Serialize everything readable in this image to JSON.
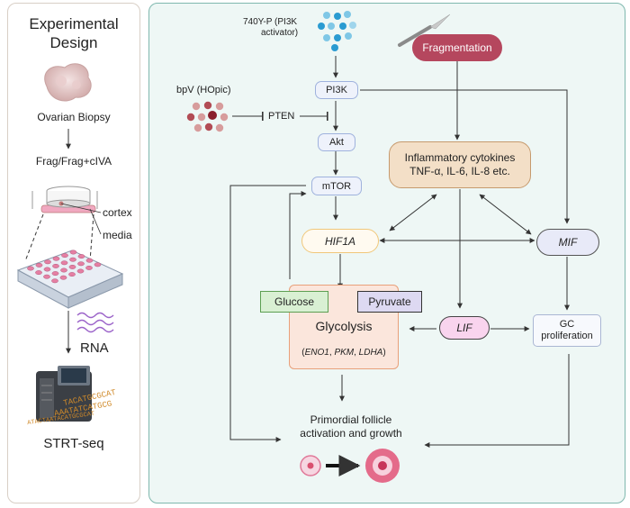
{
  "left": {
    "title_line1": "Experimental",
    "title_line2": "Design",
    "biopsy": "Ovarian Biopsy",
    "conditions": "Frag/Frag+cIVA",
    "cortex": "cortex",
    "media": "media",
    "rna": "RNA",
    "seq": "STRT-seq",
    "seq_letters_1": "TACATGCGCAT",
    "seq_letters_2": "AAATATCATGCG",
    "seq_letters_3": "ATACTAATACATGCGCAT"
  },
  "right": {
    "activator_line1": "740Y-P (PI3K",
    "activator_line2": "activator)",
    "fragmentation": "Fragmentation",
    "bpv": "bpV (HOpic)",
    "pi3k": "PI3K",
    "pten": "PTEN",
    "akt": "Akt",
    "mtor": "mTOR",
    "cytokines_line1": "Inflammatory cytokines",
    "cytokines_line2": "TNF-α, IL-6, IL-8 etc.",
    "hif1a": "HIF1A",
    "mif": "MIF",
    "glucose": "Glucose",
    "pyruvate": "Pyruvate",
    "glycolysis": "Glycolysis",
    "genes": "(ENO1, PKM, LDHA)",
    "gene_eno1": "ENO1",
    "gene_pkm": "PKM",
    "gene_ldha": "LDHA",
    "lif": "LIF",
    "gc_line1": "GC",
    "gc_line2": "proliferation",
    "outcome_line1": "Primordial follicle",
    "outcome_line2": "activation and growth"
  },
  "colors": {
    "teal_panel": "#eef7f5",
    "teal_border": "#7fb8ae",
    "fragmentation": "#b5475e",
    "cytokines": "#f3dfc7",
    "hif1a_border": "#f0c77a",
    "mif": "#e8eaf8",
    "glucose": "#d9f0d3",
    "pyruvate": "#ddd9f2",
    "glycolysis": "#fbe6dc",
    "lif": "#f9d4ee",
    "follicle": "#e46b8a"
  }
}
